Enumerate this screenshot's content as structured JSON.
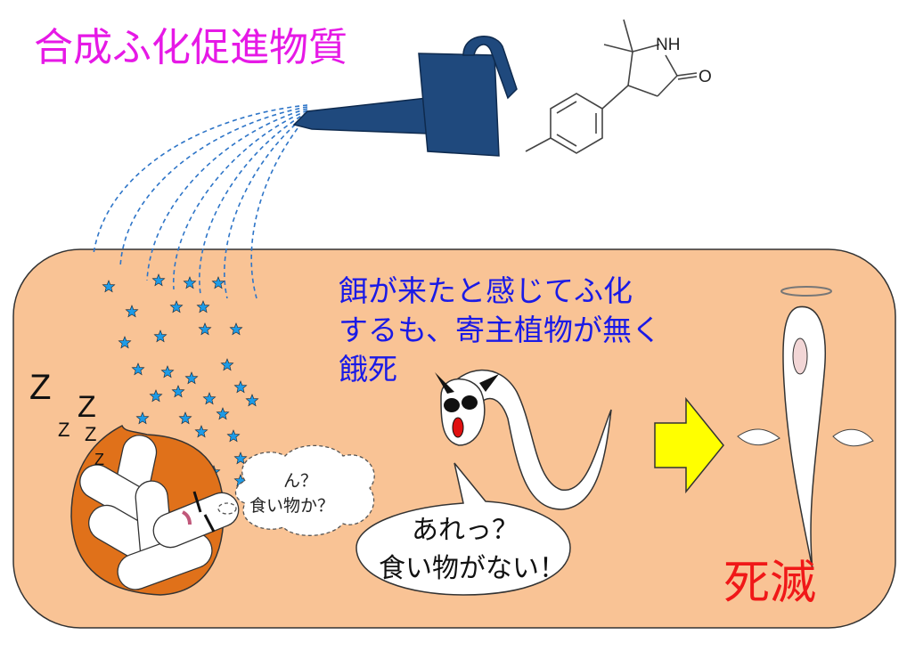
{
  "title": "合成ふ化促進物質",
  "chemical": {
    "nh_label": "NH",
    "o_label": "O"
  },
  "caption_lines": [
    "餌が来たと感じてふ化",
    "するも、寄主植物が無く",
    "餓死"
  ],
  "sleep_letters": [
    "Z",
    "Z",
    "Z",
    "Z",
    "Z"
  ],
  "thought_bubble": [
    "ん？",
    "食い物か？"
  ],
  "speech_bubble": [
    "あれっ？",
    "食い物がない！"
  ],
  "result_label": "死滅",
  "colors": {
    "background_panel": "#F9C395",
    "seed": "#E0711A",
    "title": "#E619E6",
    "caption": "#1A1AE6",
    "result": "#F01818",
    "can": "#1F497D",
    "arrow": "#FFFF00"
  }
}
